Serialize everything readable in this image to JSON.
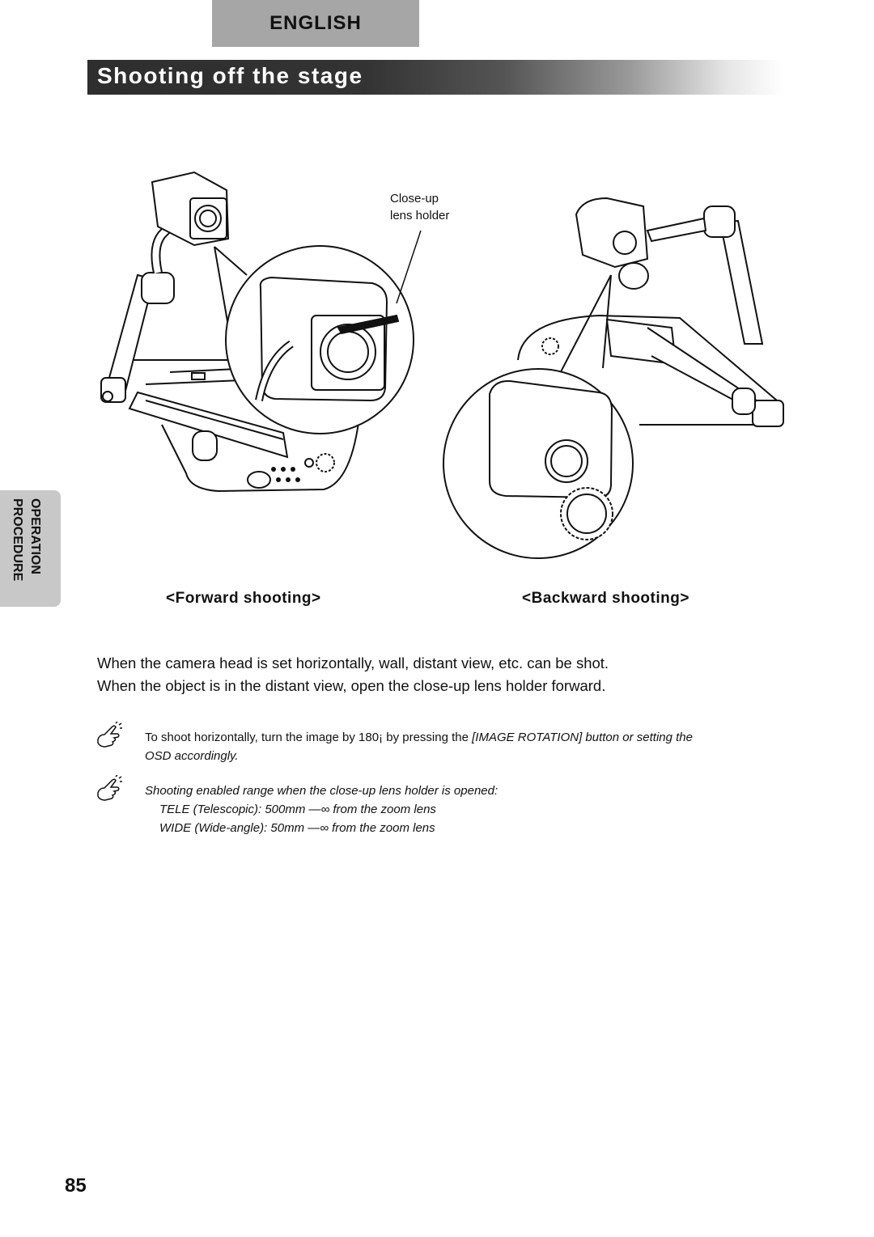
{
  "header": {
    "language_tab": "ENGLISH",
    "title": "Shooting off the stage"
  },
  "side_tab": {
    "line1": "OPERATION",
    "line2": "PROCEDURE"
  },
  "figure": {
    "callout_line1": "Close-up",
    "callout_line2": "lens holder",
    "caption_forward": "<Forward shooting>",
    "caption_backward": "<Backward shooting>"
  },
  "body": {
    "line1": "When the camera head is set horizontally, wall, distant view, etc. can be shot.",
    "line2": "When the object is in the distant view, open the close-up lens holder forward."
  },
  "notes": {
    "note1_part1": "To shoot horizontally, turn the image by 180¡ by pressing the ",
    "note1_part2": "[IMAGE ROTATION] button or setting the",
    "note1_line2": "OSD accordingly.",
    "note2_line1": "Shooting enabled range when the close-up lens holder is opened:",
    "note2_line2": "TELE (Telescopic):      500mm —∞ from the zoom lens",
    "note2_line3": "WIDE (Wide-angle): 50mm —∞ from the zoom lens"
  },
  "page_number": "85"
}
